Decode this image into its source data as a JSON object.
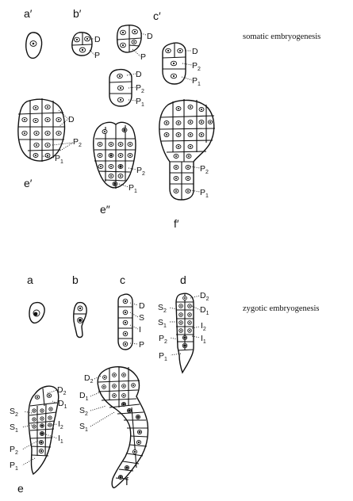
{
  "captions": {
    "somatic": "somatic embryogenesis",
    "zygotic": "zygotic embryogenesis"
  },
  "somatic_panels": [
    {
      "id": "a_prime",
      "label": "a′"
    },
    {
      "id": "b_prime",
      "label": "b′"
    },
    {
      "id": "c_prime",
      "label": "c′"
    },
    {
      "id": "e_prime",
      "label": "e′"
    },
    {
      "id": "e_dprime",
      "label": "e″"
    },
    {
      "id": "f_prime",
      "label": "f′"
    }
  ],
  "zygotic_panels": [
    {
      "id": "a",
      "label": "a"
    },
    {
      "id": "b",
      "label": "b"
    },
    {
      "id": "c",
      "label": "c"
    },
    {
      "id": "d",
      "label": "d"
    },
    {
      "id": "e",
      "label": "e"
    },
    {
      "id": "f",
      "label": "f"
    }
  ],
  "cell_labels": {
    "D": "D",
    "P": "P",
    "S": "S",
    "I": "I",
    "D1": "D",
    "D2": "D",
    "P1": "P",
    "P2": "P",
    "S1": "S",
    "S2": "S",
    "I1": "I",
    "I2": "I",
    "sub1": "1",
    "sub2": "2"
  }
}
